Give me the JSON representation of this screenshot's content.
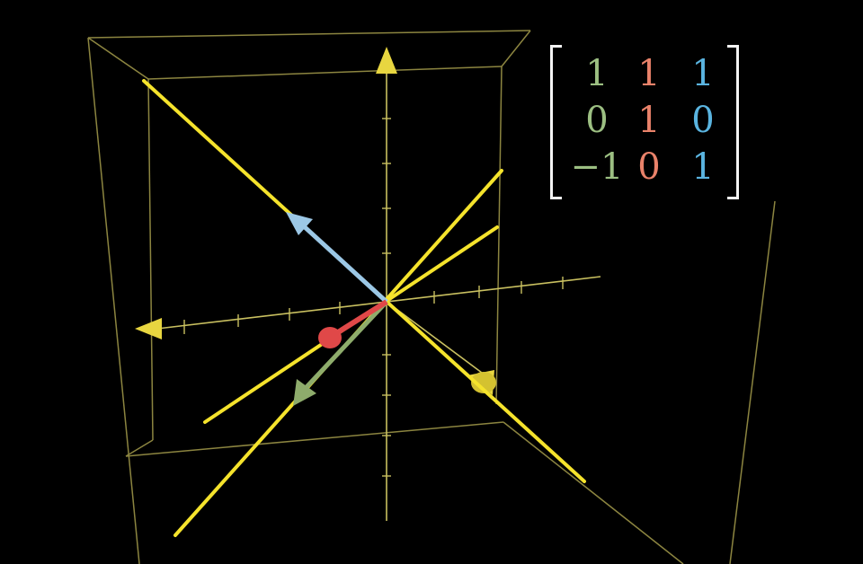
{
  "colors": {
    "background": "#000000",
    "axis": "#c9c060",
    "box": "#8c8540",
    "span_lines": "#f5e32c",
    "vector_green": "#8eac6c",
    "vector_red": "#e04848",
    "vector_blue": "#9cc8e6",
    "bracket": "#f4f4f4"
  },
  "matrix": {
    "rows": [
      [
        "1",
        "1",
        "1"
      ],
      [
        "0",
        "1",
        "0"
      ],
      [
        "−1",
        "0",
        "1"
      ]
    ],
    "column_colors": [
      "#9cbf82",
      "#e9826a",
      "#5ab4e0"
    ]
  },
  "vectors": [
    {
      "name": "green",
      "components": [
        1,
        0,
        -1
      ]
    },
    {
      "name": "red",
      "components": [
        1,
        1,
        0
      ]
    },
    {
      "name": "blue",
      "components": [
        1,
        0,
        1
      ]
    }
  ],
  "icons": {
    "axis_arrow_up": "cone-arrow-icon",
    "axis_arrow_left": "cone-arrow-icon",
    "axis_arrow_front": "cone-arrow-icon"
  }
}
